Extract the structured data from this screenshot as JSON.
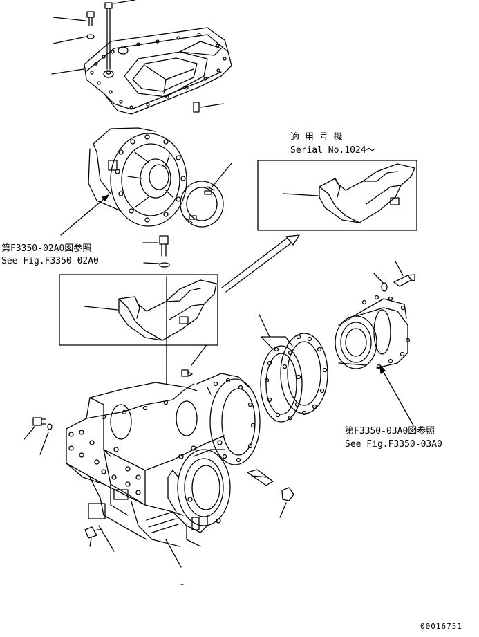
{
  "applicable_note": {
    "line1": "適 用 号 機",
    "line2": "Serial No.1024～"
  },
  "refs": {
    "diff_jp": "第F3350-02A0図参照",
    "diff_en": "See Fig.F3350-02A0",
    "carrier_jp": "第F3350-03A0図参照",
    "carrier_en": "See Fig.F3350-03A0"
  },
  "drawing_number": "00016751"
}
